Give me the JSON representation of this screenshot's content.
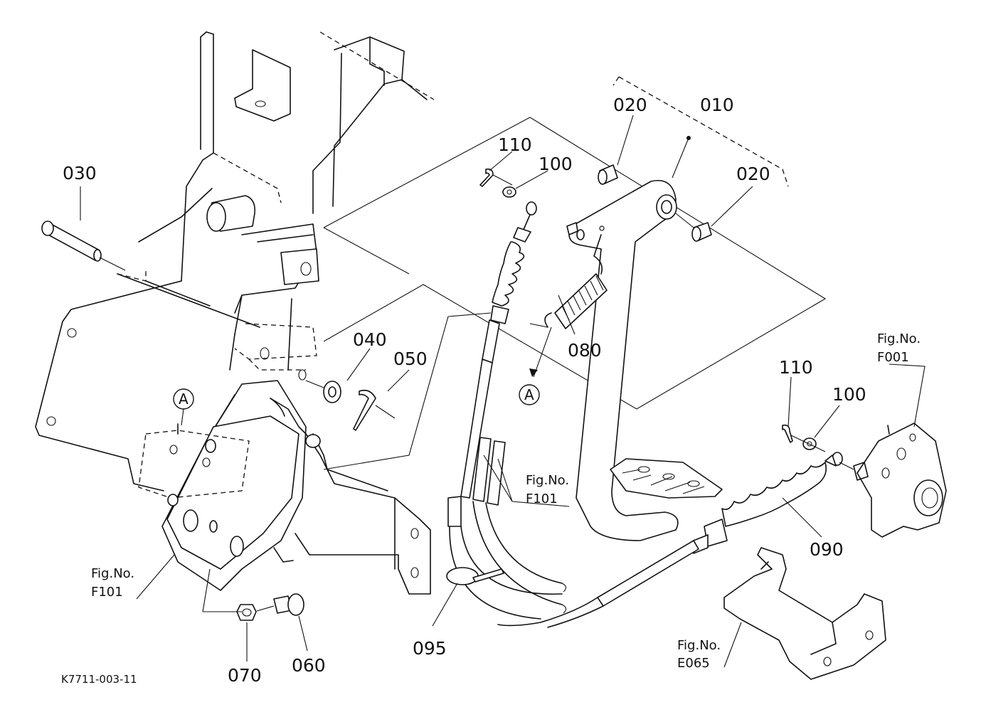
{
  "drawing_id": "K7711-003-11",
  "part_callouts": {
    "p010": "010",
    "p020_top": "020",
    "p020_right": "020",
    "p030": "030",
    "p040": "040",
    "p050": "050",
    "p060": "060",
    "p070": "070",
    "p080": "080",
    "p090": "090",
    "p095": "095",
    "p100_top": "100",
    "p100_right": "100",
    "p110_top": "110",
    "p110_right": "110"
  },
  "reference_markers": {
    "left": "A",
    "center": "A"
  },
  "figure_refs": {
    "f001": {
      "prefix": "Fig.No.",
      "code": "F001"
    },
    "f101_center": {
      "prefix": "Fig.No.",
      "code": "F101"
    },
    "f101_left": {
      "prefix": "Fig.No.",
      "code": "F101"
    },
    "e065": {
      "prefix": "Fig.No.",
      "code": "E065"
    }
  }
}
